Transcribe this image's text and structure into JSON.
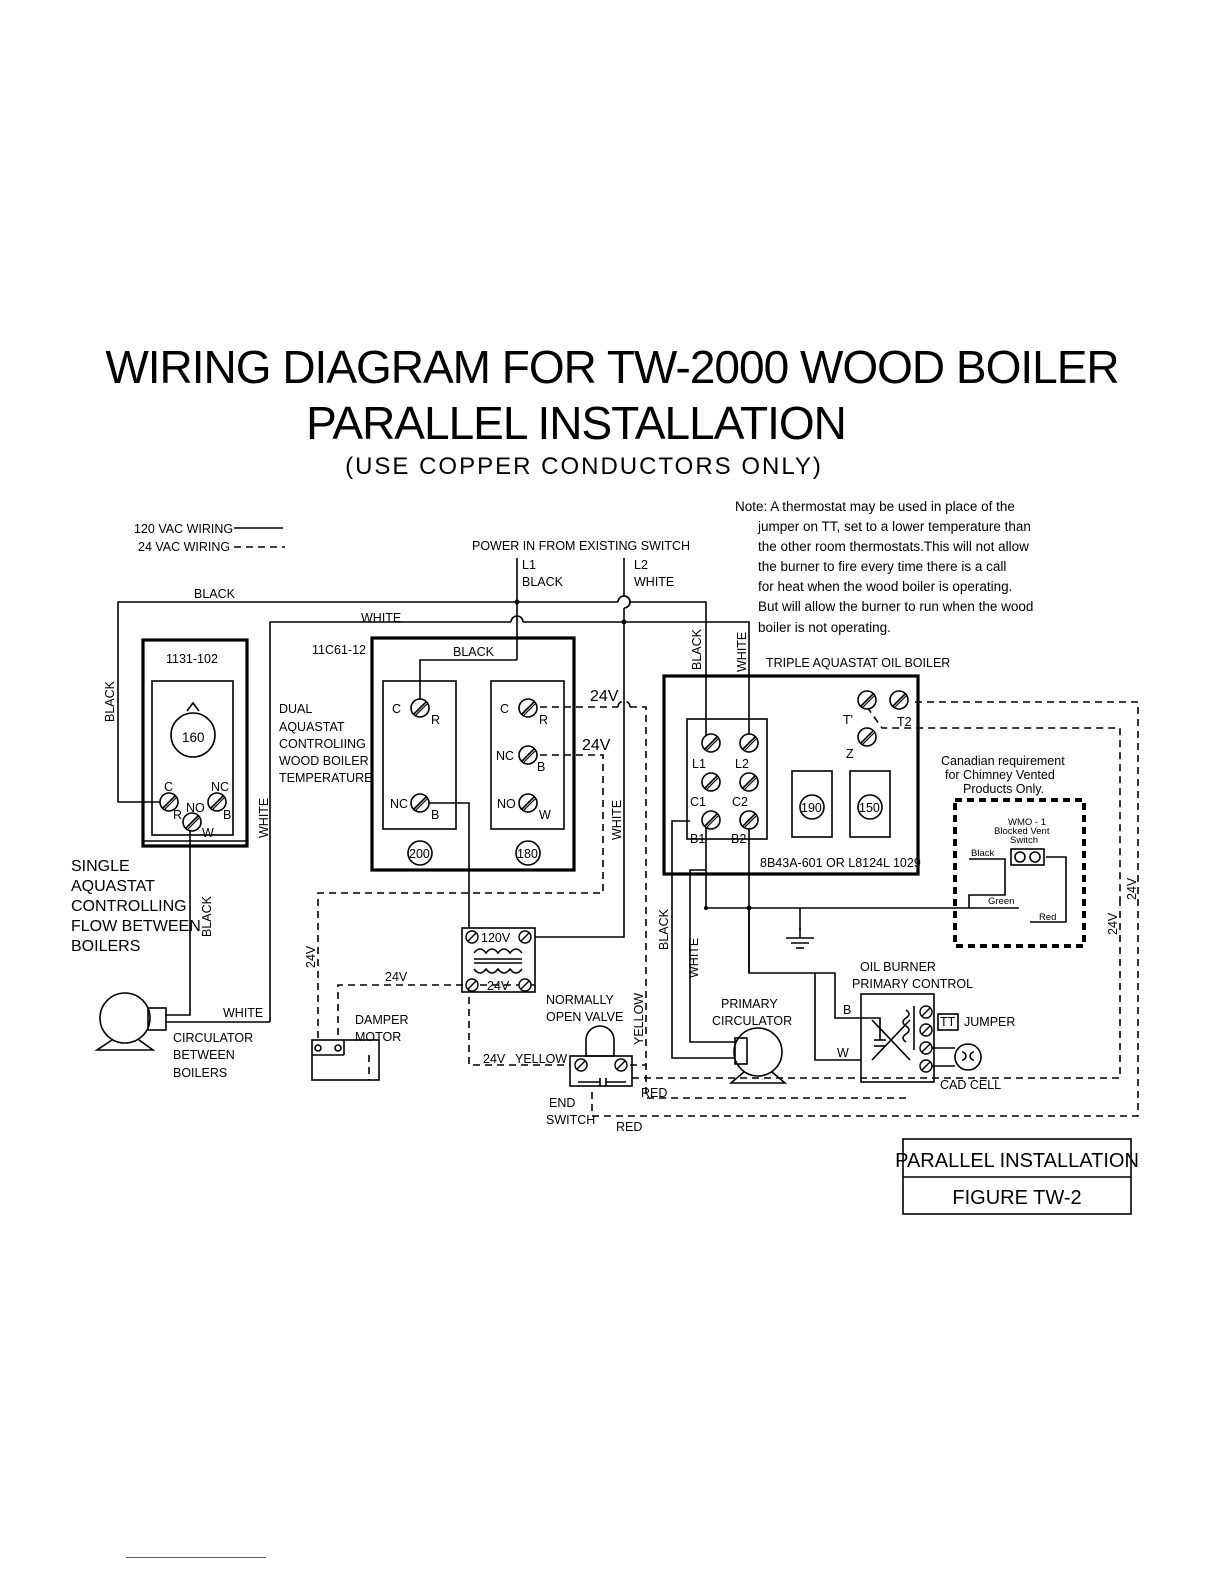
{
  "title": {
    "line1": "WIRING DIAGRAM FOR TW-2000 WOOD BOILER",
    "line2": "PARALLEL INSTALLATION",
    "line3": "(USE COPPER CONDUCTORS ONLY)"
  },
  "legend": {
    "vac120": "120 VAC WIRING",
    "vac24": "24 VAC WIRING"
  },
  "note": {
    "lines": [
      "Note:  A thermostat may be used in place of the",
      "jumper on TT, set to a lower temperature than",
      "the other room thermostats.This will not allow",
      "the burner to fire every time there is a call",
      "for heat when the wood boiler is operating.",
      "But will allow the burner to run when the wood",
      "boiler is not operating."
    ]
  },
  "power": {
    "label": "POWER IN FROM EXISTING SWITCH",
    "l1": "L1",
    "l1_color": "BLACK",
    "l2": "L2",
    "l2_color": "WHITE"
  },
  "wires": {
    "black": "BLACK",
    "white": "WHITE",
    "yellow": "YELLOW",
    "red": "RED",
    "v24": "24V",
    "v120": "120V"
  },
  "single_aquastat": {
    "model": "1131-102",
    "dial": "160",
    "c": "C",
    "nc": "NC",
    "r": "R",
    "no": "NO",
    "b": "B",
    "w": "W",
    "caption": [
      "SINGLE",
      "AQUASTAT",
      "CONTROLLING",
      "FLOW BETWEEN",
      "BOILERS"
    ]
  },
  "dual_aquastat": {
    "model": "11C61-12",
    "caption": [
      "DUAL",
      "AQUASTAT",
      "CONTROLIING",
      "WOOD BOILER",
      "TEMPERATURE"
    ],
    "dial1": "200",
    "dial2": "180",
    "c": "C",
    "r": "R",
    "nc": "NC",
    "b": "B",
    "no": "NO",
    "w": "W"
  },
  "triple_aquastat": {
    "caption": "TRIPLE AQUASTAT OIL BOILER",
    "model": "8B43A-601  OR L8124L 1029",
    "t1": "T'",
    "t2": "T2",
    "z": "Z",
    "l1": "L1",
    "l2": "L2",
    "c1": "C1",
    "c2": "C2",
    "b1": "B1",
    "b2": "B2",
    "dial1": "190",
    "dial2": "150"
  },
  "canadian": {
    "lines": [
      "Canadian requirement",
      "for Chimney Vented",
      "Products Only."
    ],
    "switch": [
      "WMO - 1",
      "Blocked Vent",
      "Switch"
    ],
    "black": "Black",
    "green": "Green",
    "red": "Red"
  },
  "circulator_between": [
    "CIRCULATOR",
    "BETWEEN",
    "BOILERS"
  ],
  "damper": [
    "DAMPER",
    "MOTOR"
  ],
  "valve": [
    "NORMALLY",
    "OPEN VALVE"
  ],
  "end_switch": [
    "END",
    "SWITCH"
  ],
  "primary_circulator": [
    "PRIMARY",
    "CIRCULATOR"
  ],
  "oil_burner": {
    "lines": [
      "OIL BURNER",
      "PRIMARY CONTROL"
    ],
    "b": "B",
    "w": "W",
    "tt": "TT",
    "jumper": "JUMPER",
    "cad": "CAD CELL"
  },
  "figure": {
    "line1": "PARALLEL INSTALLATION",
    "line2": "FIGURE TW-2"
  }
}
